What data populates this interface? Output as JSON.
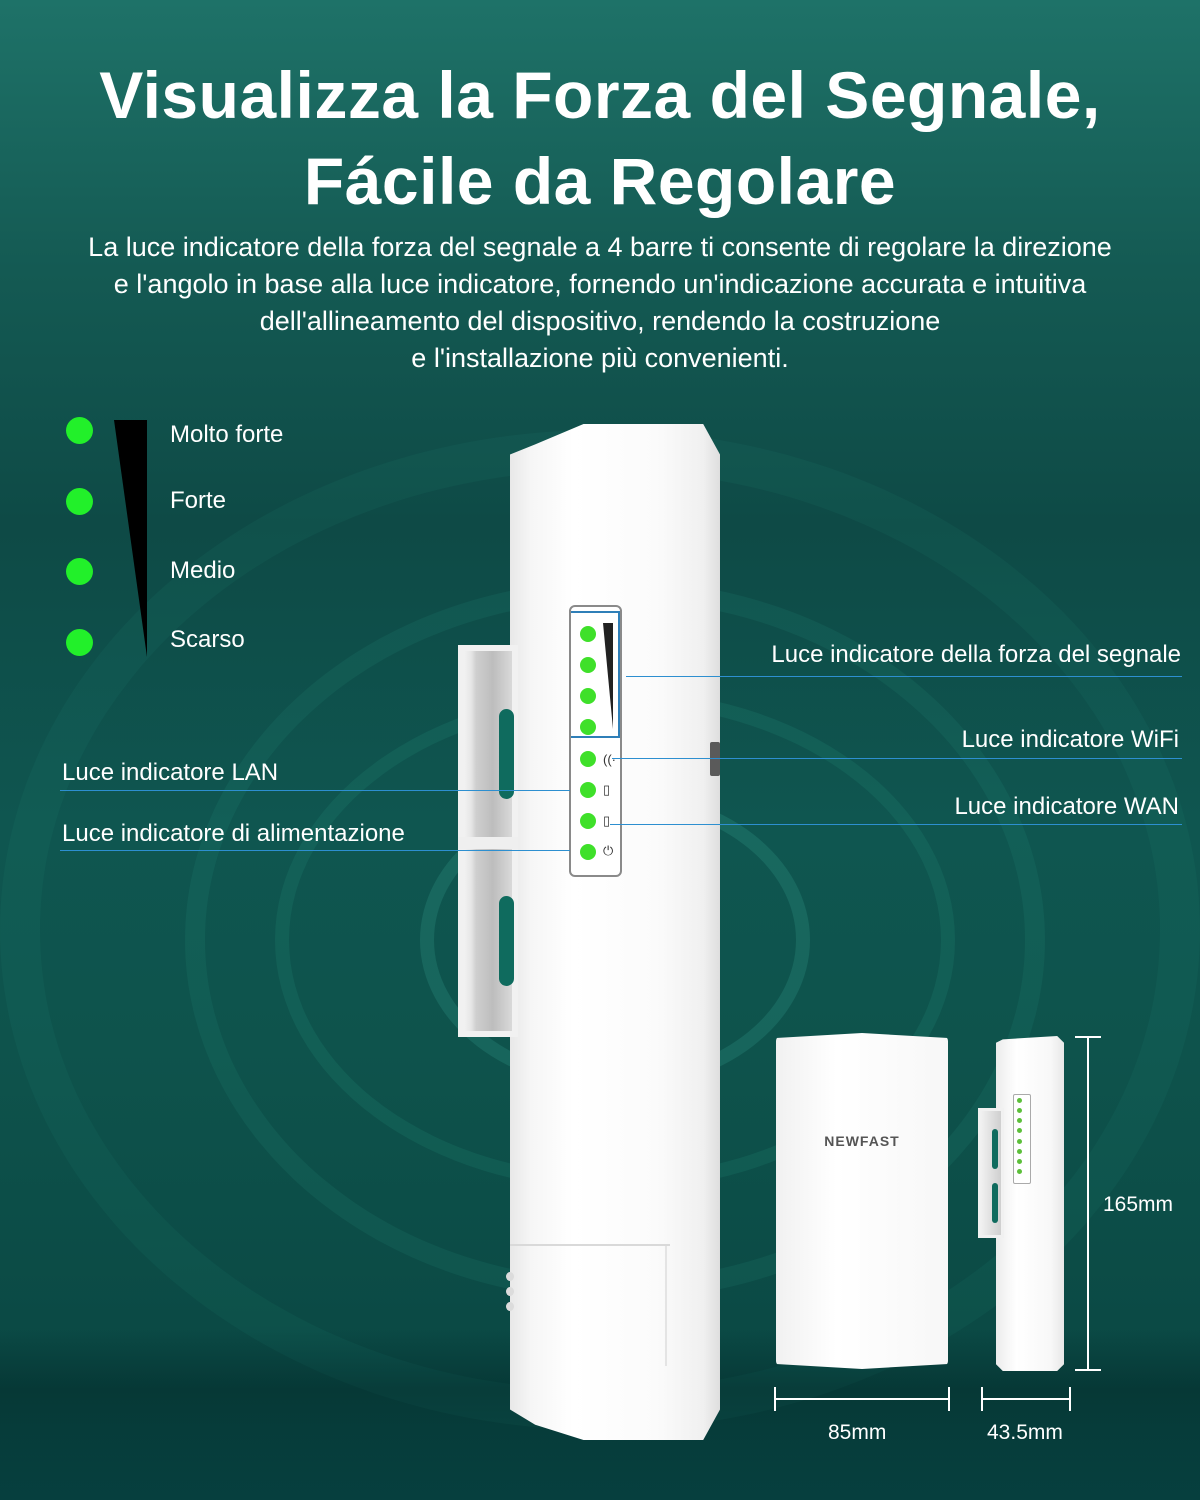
{
  "header": {
    "title_line1": "Visualizza la Forza del Segnale,",
    "title_line2": "Fácile da Regolare"
  },
  "description": {
    "lines": [
      "La luce indicatore della forza del segnale a 4 barre ti consente di regolare la direzione",
      "e l'angolo in base alla luce indicatore, fornendo un'indicazione accurata e intuitiva",
      "dell'allineamento del dispositivo, rendendo la costruzione",
      "e l'installazione più convenienti."
    ]
  },
  "signal_legend": {
    "items": [
      {
        "label": "Molto forte",
        "color": "#22f02a"
      },
      {
        "label": "Forte",
        "color": "#22f02a"
      },
      {
        "label": "Medio",
        "color": "#22f02a"
      },
      {
        "label": "Scarso",
        "color": "#22f02a"
      }
    ]
  },
  "callouts": {
    "signal_strength": "Luce indicatore della forza del segnale",
    "wifi": "Luce indicatore WiFi",
    "wan": "Luce indicatore WAN",
    "lan": "Luce indicatore LAN",
    "power": "Luce indicatore di alimentazione"
  },
  "led_panel": {
    "icons": [
      "wifi-icon",
      "lan-port-icon",
      "wan-port-icon",
      "power-icon"
    ],
    "led_color": "#3fe02a",
    "line_color": "#2d8fd0"
  },
  "product": {
    "brand": "NEWFAST"
  },
  "dimensions": {
    "width": "85mm",
    "depth": "43.5mm",
    "height": "165mm"
  },
  "colors": {
    "background_top": "#1e7268",
    "background_bottom": "#06403f",
    "text": "#ffffff"
  }
}
